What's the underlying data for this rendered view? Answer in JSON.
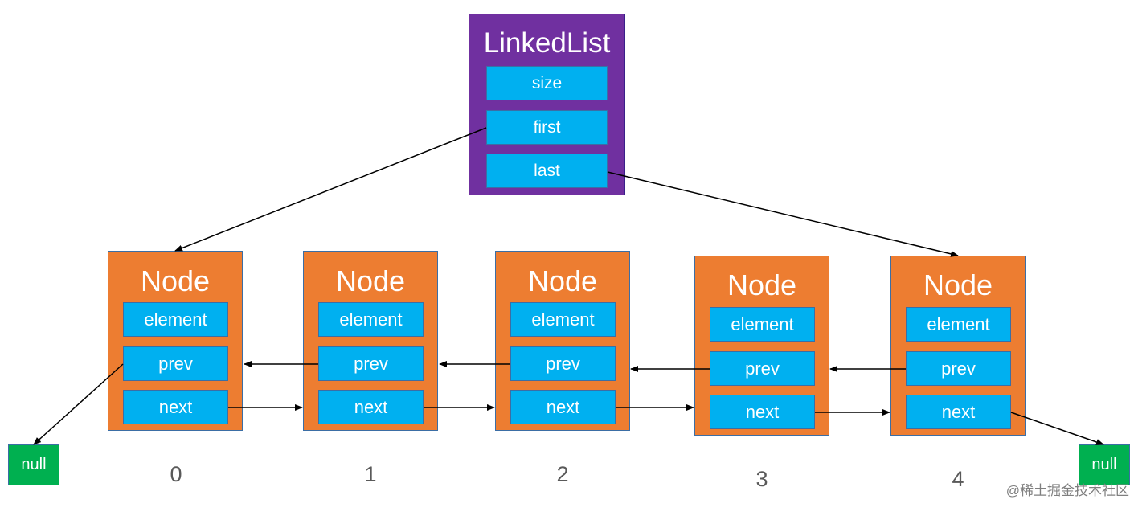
{
  "colors": {
    "linkedlist_bg": "#7030a0",
    "field_bg": "#00b0f0",
    "node_bg": "#ed7d31",
    "null_bg": "#00b050",
    "arrow": "#000000"
  },
  "linked_list": {
    "title": "LinkedList",
    "fields": [
      "size",
      "first",
      "last"
    ]
  },
  "nodes": [
    {
      "title": "Node",
      "fields": [
        "element",
        "prev",
        "next"
      ],
      "index": "0"
    },
    {
      "title": "Node",
      "fields": [
        "element",
        "prev",
        "next"
      ],
      "index": "1"
    },
    {
      "title": "Node",
      "fields": [
        "element",
        "prev",
        "next"
      ],
      "index": "2"
    },
    {
      "title": "Node",
      "fields": [
        "element",
        "prev",
        "next"
      ],
      "index": "3"
    },
    {
      "title": "Node",
      "fields": [
        "element",
        "prev",
        "next"
      ],
      "index": "4"
    }
  ],
  "nulls": [
    "null",
    "null"
  ],
  "watermark": "@稀土掘金技术社区"
}
